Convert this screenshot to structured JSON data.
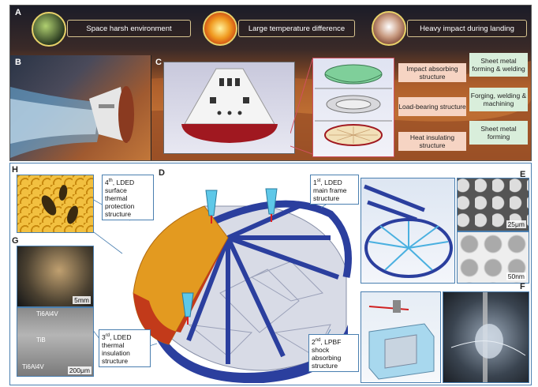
{
  "panel_a": {
    "letter": "A",
    "banners": [
      "Space harsh environment",
      "Large temperature difference",
      "Heavy impact during landing"
    ]
  },
  "panel_b": {
    "letter": "B"
  },
  "panel_c": {
    "letter": "C",
    "structures": [
      {
        "name": "Impact absorbing structure",
        "process": "Sheet metal forming & welding"
      },
      {
        "name": "Load-bearing structure",
        "process": "Forging, welding & machining"
      },
      {
        "name": "Heat insulating structure",
        "process": "Sheet metal forming"
      }
    ]
  },
  "panel_d": {
    "letter": "D",
    "steps": [
      {
        "ord": "1",
        "sup": "st",
        "text": ", LDED main frame structure"
      },
      {
        "ord": "2",
        "sup": "nd",
        "text": ", LPBF shock absorbing structure"
      },
      {
        "ord": "3",
        "sup": "rd",
        "text": ", LDED thermal insulation structure"
      },
      {
        "ord": "4",
        "sup": "th",
        "text": ", LDED surface thermal protection structure"
      }
    ]
  },
  "panel_e": {
    "letter": "E",
    "scale_top": "25μm",
    "scale_bottom": "50nm"
  },
  "panel_f": {
    "letter": "F"
  },
  "panel_g": {
    "letter": "G",
    "scale_top": "5mm",
    "labels": [
      "Ti6Al4V",
      "TiB",
      "Ti6Al4V"
    ],
    "scale_bottom": "200μm"
  },
  "panel_h": {
    "letter": "H"
  },
  "colors": {
    "frame_blue": "#2b3f9e",
    "insulation_red": "#c23a1a",
    "surface_orange": "#e39a20",
    "nozzle_cyan": "#5ec8e8"
  }
}
